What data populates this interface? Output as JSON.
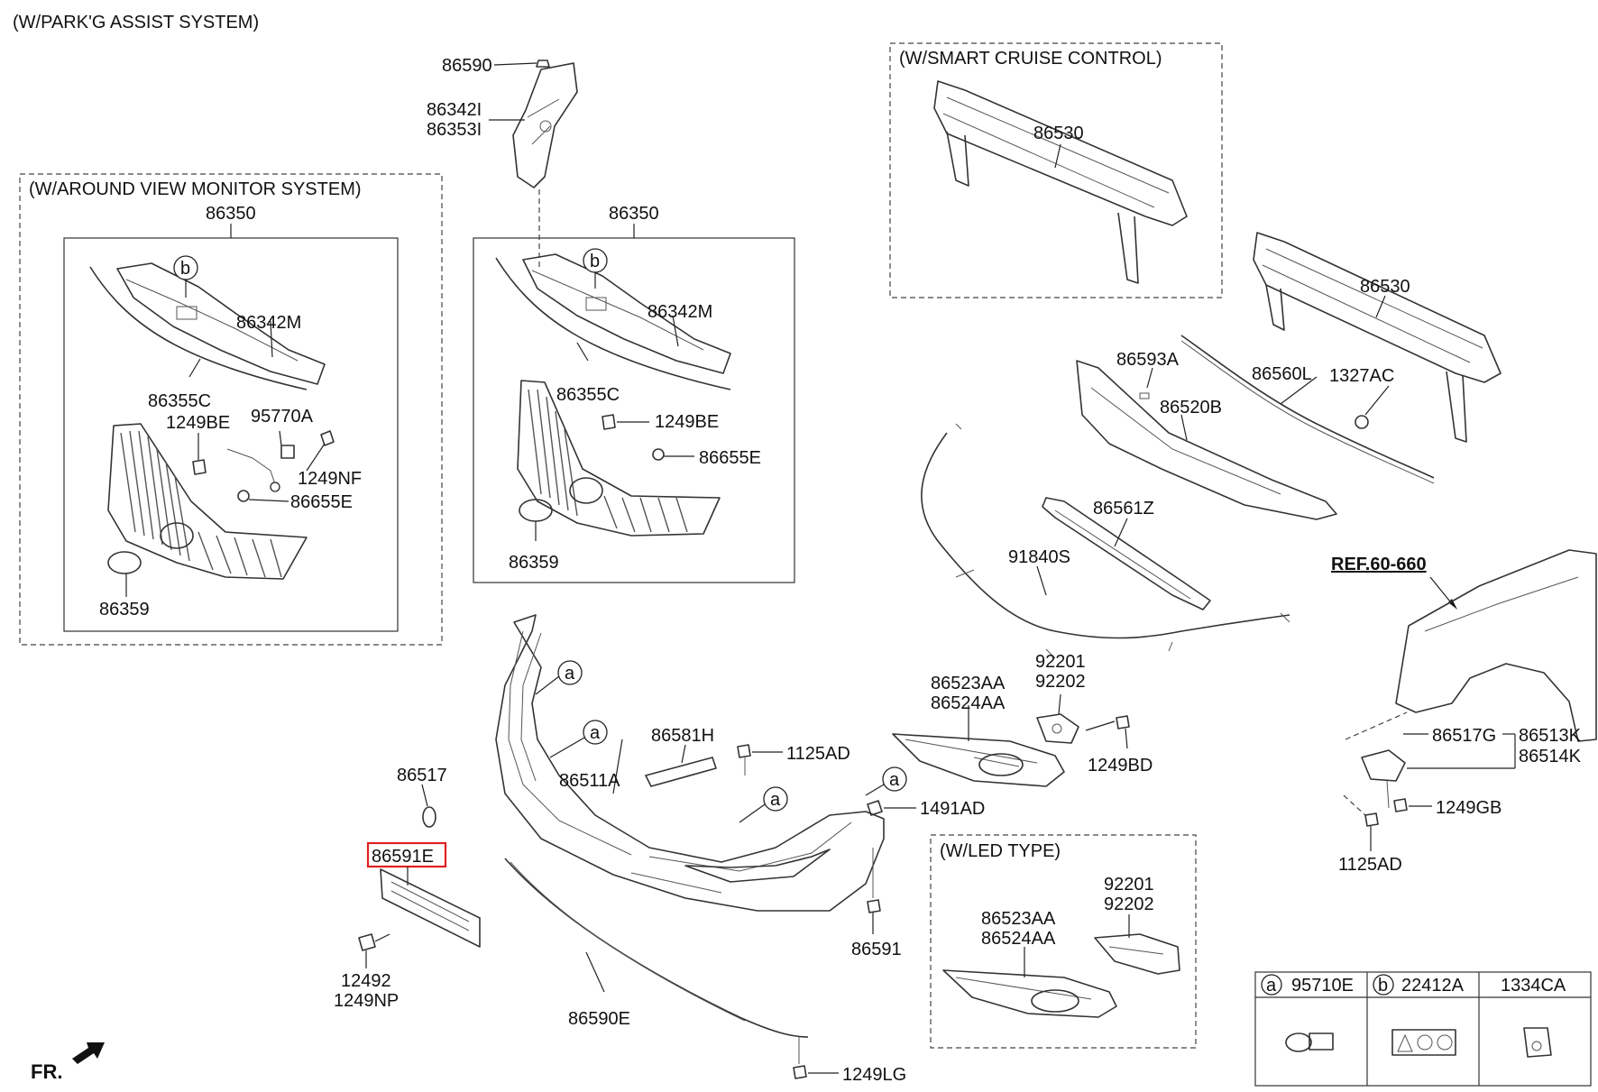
{
  "title": "(W/PARK'G ASSIST SYSTEM)",
  "boxes": {
    "around_view": "(W/AROUND VIEW MONITOR SYSTEM)",
    "smart_cruise": "(W/SMART CRUISE CONTROL)",
    "led_type": "(W/LED TYPE)"
  },
  "parts": {
    "p86590": "86590",
    "p86342i": "86342I",
    "p86353i": "86353I",
    "p86350_left": "86350",
    "p86350_mid": "86350",
    "p86342m_left": "86342M",
    "p86342m_mid": "86342M",
    "p86355c_left": "86355C",
    "p86355c_mid": "86355C",
    "p1249be_left": "1249BE",
    "p1249be_mid": "1249BE",
    "p95770a": "95770A",
    "p1249nf": "1249NF",
    "p86655e_left": "86655E",
    "p86655e_mid": "86655E",
    "p86359_left": "86359",
    "p86359_mid": "86359",
    "p86530_top": "86530",
    "p86530_right": "86530",
    "p86593a": "86593A",
    "p86520b": "86520B",
    "p86560l": "86560L",
    "p1327ac": "1327AC",
    "p86561z": "86561Z",
    "p91840s": "91840S",
    "p86523aa": "86523AA",
    "p86524aa": "86524AA",
    "p92201": "92201",
    "p92202": "92202",
    "p1249bd": "1249BD",
    "p86581h": "86581H",
    "p1125ad_mid": "1125AD",
    "p86517": "86517",
    "p86511a": "86511A",
    "p1491ad": "1491AD",
    "p86591e": "86591E",
    "p12492": "12492",
    "p1249np": "1249NP",
    "p86591": "86591",
    "p86590e": "86590E",
    "p1249lg": "1249LG",
    "p86523aa_led": "86523AA",
    "p86524aa_led": "86524AA",
    "p92201_led": "92201",
    "p92202_led": "92202",
    "ref": "REF.60-660",
    "p86517g": "86517G",
    "p86513k": "86513K",
    "p86514k": "86514K",
    "p1249gb": "1249GB",
    "p1125ad_right": "1125AD"
  },
  "callouts": {
    "a": "a",
    "b": "b"
  },
  "legend": {
    "cell_a_letter": "a",
    "cell_a_part": "95710E",
    "cell_b_letter": "b",
    "cell_b_part": "22412A",
    "cell_c_part": "1334CA"
  },
  "front_label": "FR."
}
